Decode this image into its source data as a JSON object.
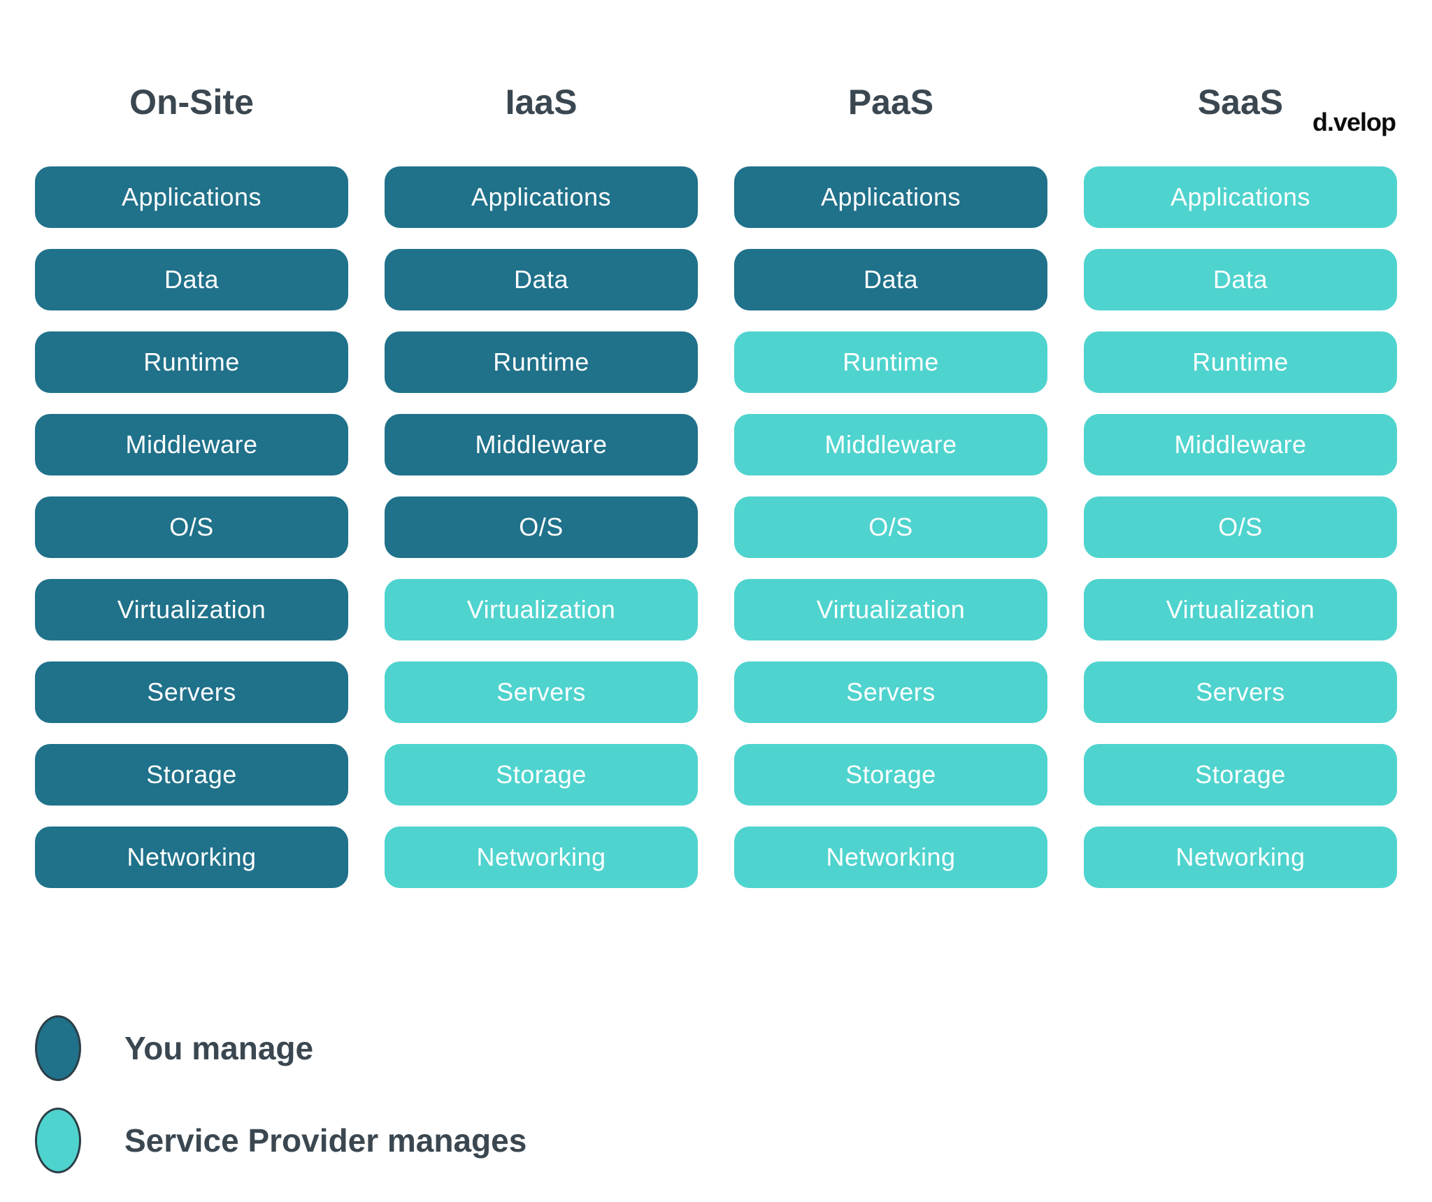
{
  "logo": {
    "text": "d.velop"
  },
  "columns": [
    {
      "title": "On-Site",
      "cells": [
        {
          "label": "Applications",
          "managed": "you"
        },
        {
          "label": "Data",
          "managed": "you"
        },
        {
          "label": "Runtime",
          "managed": "you"
        },
        {
          "label": "Middleware",
          "managed": "you"
        },
        {
          "label": "O/S",
          "managed": "you"
        },
        {
          "label": "Virtualization",
          "managed": "you"
        },
        {
          "label": "Servers",
          "managed": "you"
        },
        {
          "label": "Storage",
          "managed": "you"
        },
        {
          "label": "Networking",
          "managed": "you"
        }
      ]
    },
    {
      "title": "IaaS",
      "cells": [
        {
          "label": "Applications",
          "managed": "you"
        },
        {
          "label": "Data",
          "managed": "you"
        },
        {
          "label": "Runtime",
          "managed": "you"
        },
        {
          "label": "Middleware",
          "managed": "you"
        },
        {
          "label": "O/S",
          "managed": "you"
        },
        {
          "label": "Virtualization",
          "managed": "provider"
        },
        {
          "label": "Servers",
          "managed": "provider"
        },
        {
          "label": "Storage",
          "managed": "provider"
        },
        {
          "label": "Networking",
          "managed": "provider"
        }
      ]
    },
    {
      "title": "PaaS",
      "cells": [
        {
          "label": "Applications",
          "managed": "you"
        },
        {
          "label": "Data",
          "managed": "you"
        },
        {
          "label": "Runtime",
          "managed": "provider"
        },
        {
          "label": "Middleware",
          "managed": "provider"
        },
        {
          "label": "O/S",
          "managed": "provider"
        },
        {
          "label": "Virtualization",
          "managed": "provider"
        },
        {
          "label": "Servers",
          "managed": "provider"
        },
        {
          "label": "Storage",
          "managed": "provider"
        },
        {
          "label": "Networking",
          "managed": "provider"
        }
      ]
    },
    {
      "title": "SaaS",
      "cells": [
        {
          "label": "Applications",
          "managed": "provider"
        },
        {
          "label": "Data",
          "managed": "provider"
        },
        {
          "label": "Runtime",
          "managed": "provider"
        },
        {
          "label": "Middleware",
          "managed": "provider"
        },
        {
          "label": "O/S",
          "managed": "provider"
        },
        {
          "label": "Virtualization",
          "managed": "provider"
        },
        {
          "label": "Servers",
          "managed": "provider"
        },
        {
          "label": "Storage",
          "managed": "provider"
        },
        {
          "label": "Networking",
          "managed": "provider"
        }
      ]
    }
  ],
  "legend": {
    "you": {
      "label": "You manage"
    },
    "provider": {
      "label": "Service Provider manages"
    }
  },
  "colors": {
    "you": "#20718a",
    "provider": "#4fd3ce",
    "heading_text": "#3b4750",
    "pill_text": "#ffffff",
    "logo_text": "#0b0b0b",
    "background": "#ffffff"
  }
}
